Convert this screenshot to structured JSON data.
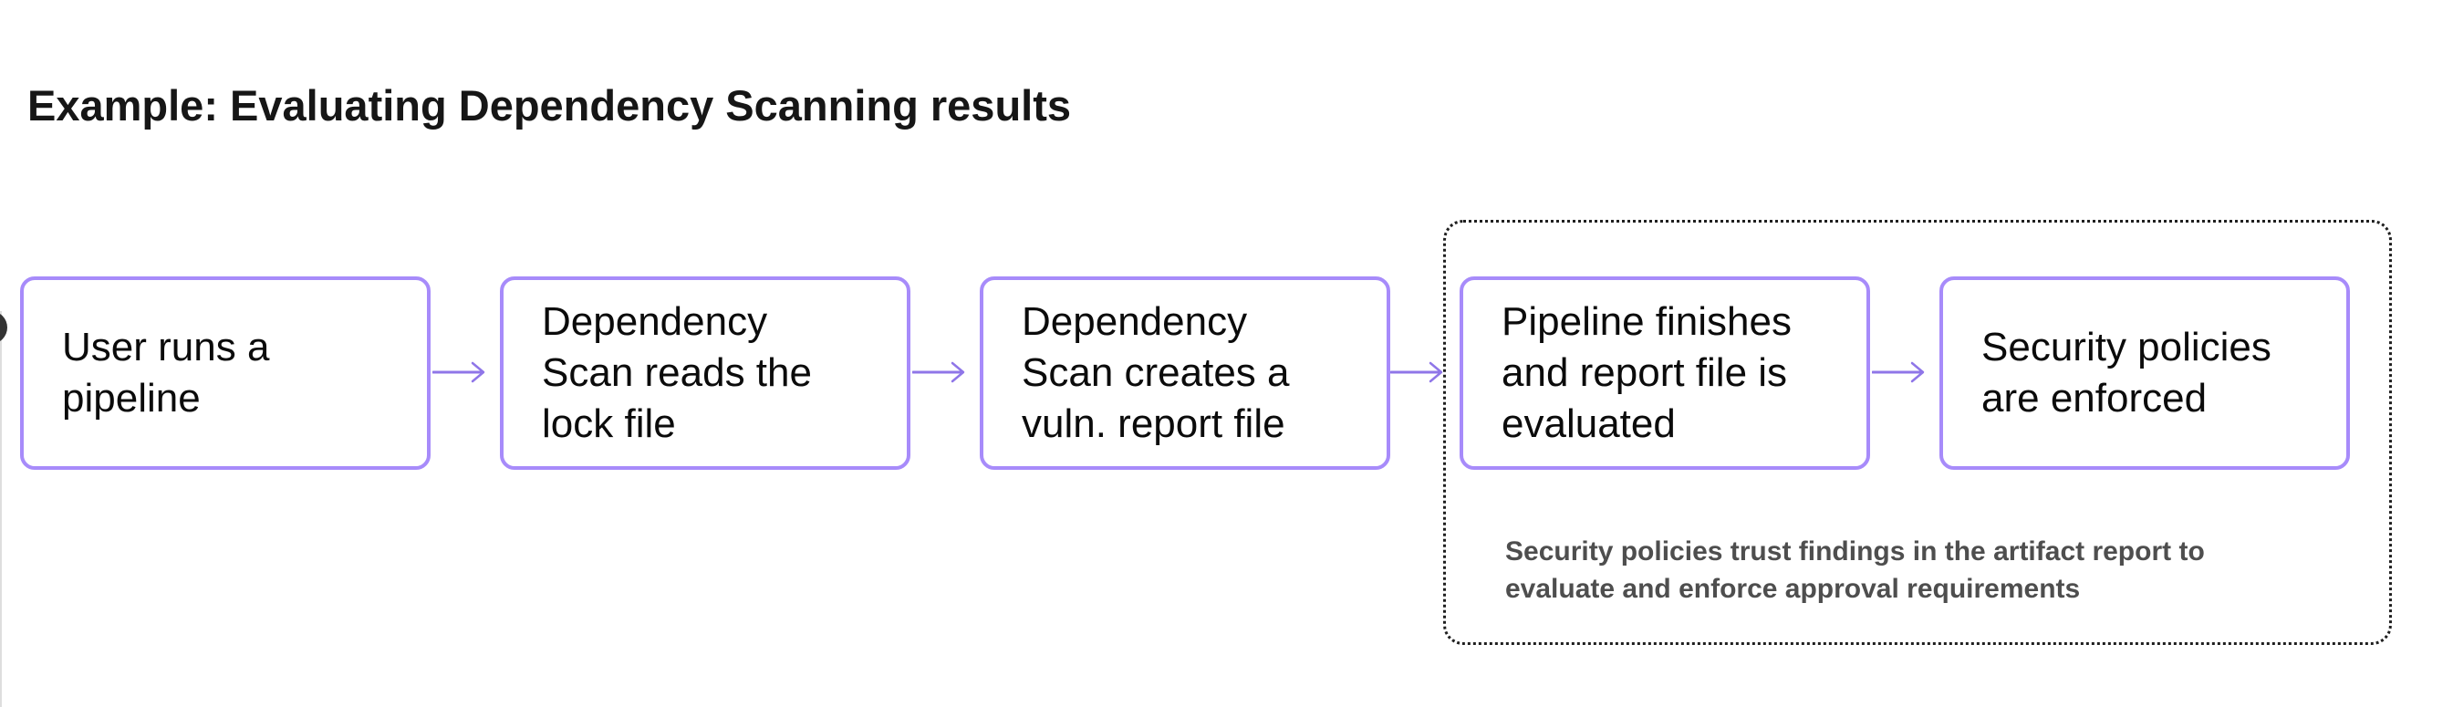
{
  "title": "Example: Evaluating Dependency Scanning results",
  "flow": {
    "steps": [
      {
        "label": "User runs a\npipeline"
      },
      {
        "label": "Dependency\nScan reads the\nlock file"
      },
      {
        "label": "Dependency\nScan creates a\nvuln. report file"
      },
      {
        "label": "Pipeline finishes\nand report file is\nevaluated"
      },
      {
        "label": "Security policies\nare enforced"
      }
    ],
    "group_note": "Security policies trust findings in the artifact report to\nevaluate and enforce approval requirements"
  },
  "icons": {
    "connector": "arrow-right-icon"
  },
  "colors": {
    "background": "#ffffff",
    "box_border": "#a78bfa",
    "arrow": "#8f76e8",
    "title_text": "#161616",
    "box_text": "#0b0b0b",
    "note_text": "#4e4e4e",
    "group_border": "#1f1f1f"
  }
}
